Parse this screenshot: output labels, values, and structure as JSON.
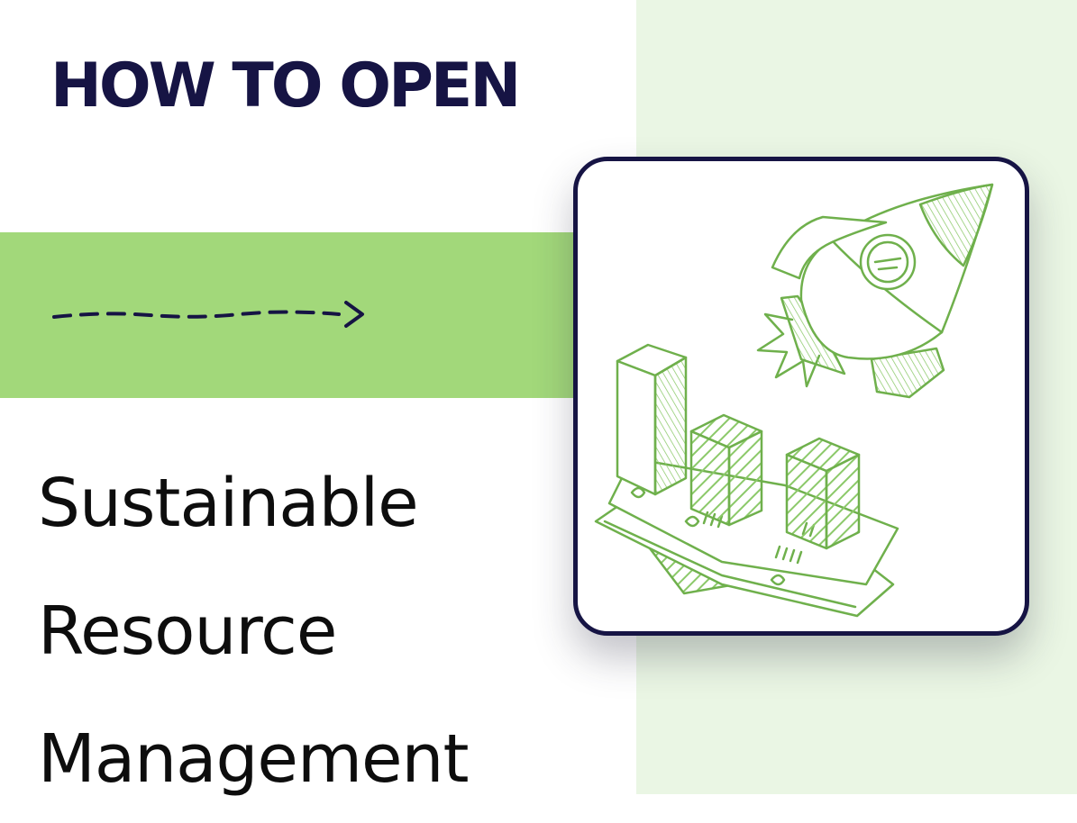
{
  "header": {
    "eyebrow": "HOW TO OPEN"
  },
  "title": {
    "line1": "Sustainable",
    "line2": "Resource",
    "line3": "Management"
  },
  "illustration": {
    "subject": "rocket-and-growth-chart-icon",
    "stroke_color": "#6fb04c",
    "hatch_color": "#8cc96a"
  },
  "colors": {
    "navy": "#161444",
    "band_green": "#a2d87a",
    "panel_green": "#eaf6e4",
    "text": "#0d0d0d"
  }
}
